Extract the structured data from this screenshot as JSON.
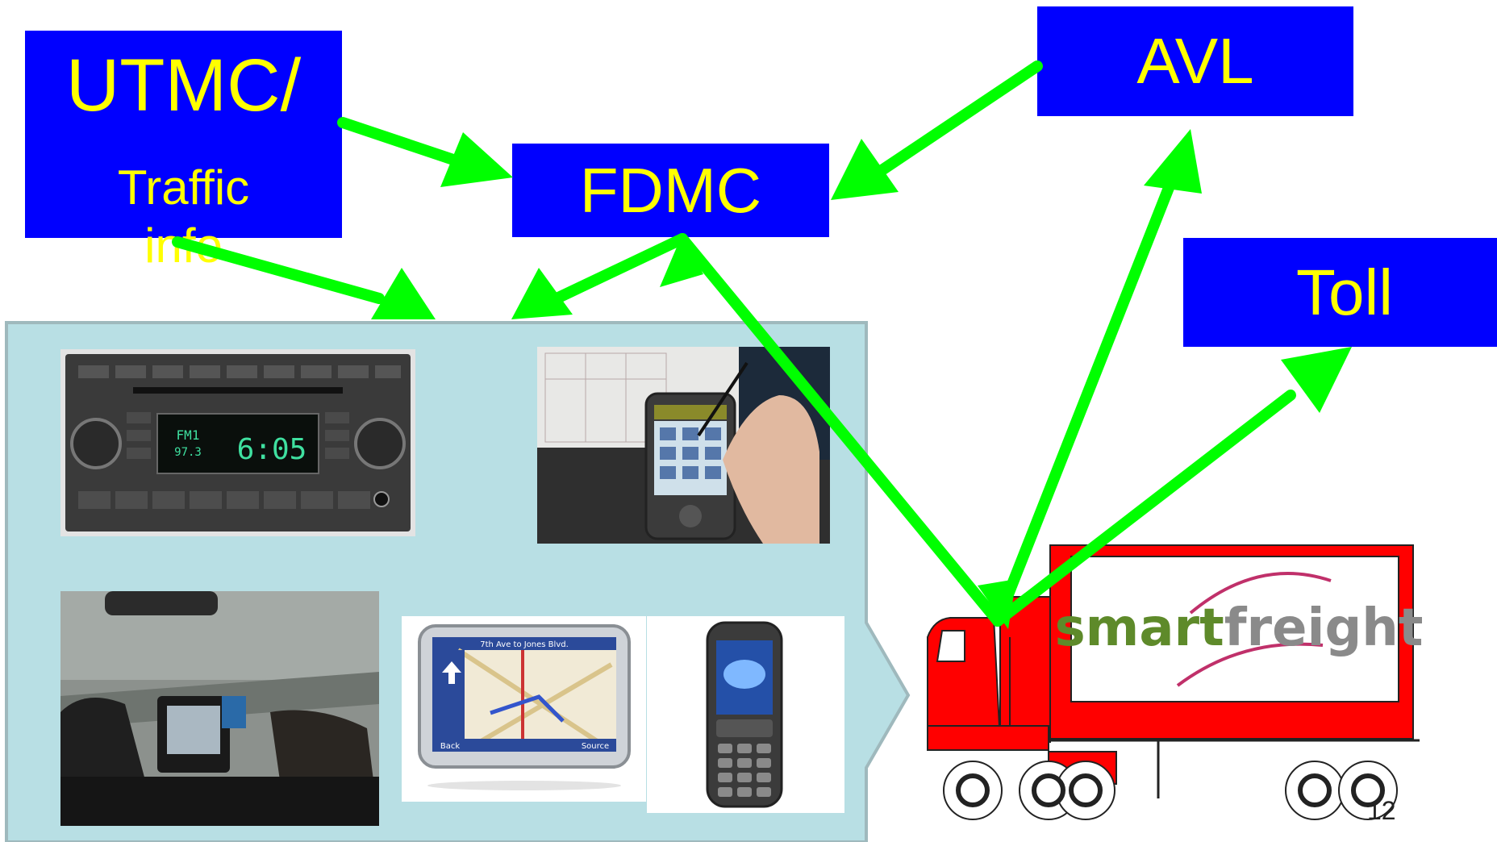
{
  "boxes": {
    "utmc": {
      "line1": "UTMC/",
      "line2": "Traffic",
      "line3": "info"
    },
    "fdmc": "FDMC",
    "avl": "AVL",
    "toll": "Toll"
  },
  "truck_logo": {
    "part1": "smart",
    "part2": "freight"
  },
  "radio_display": {
    "time": "6:05",
    "label_top": "FM1",
    "label_bottom": "97.3"
  },
  "gps_display": {
    "street": "7th Ave to Jones Blvd.",
    "back": "Back",
    "source": "Source"
  },
  "page_number": "12",
  "colors": {
    "box_fill": "#0000ff",
    "box_text": "#ffff00",
    "arrow": "#00ff00",
    "panel": "#b8dfe4",
    "truck_red": "#ff0000",
    "logo_green": "#5e8a2a",
    "logo_gray": "#8a8a8a"
  },
  "icons": [
    "radio-device-icon",
    "pda-device-icon",
    "in-car-navigation-icon",
    "gps-navigator-icon",
    "mobile-phone-icon",
    "truck-icon"
  ]
}
